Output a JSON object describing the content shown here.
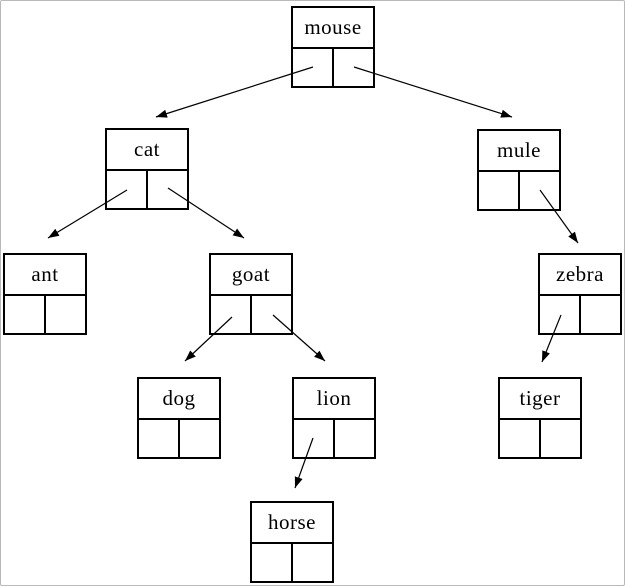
{
  "diagram": {
    "kind": "binary-tree-of-linked-nodes",
    "colors": {
      "line": "#000000",
      "background": "#ffffff",
      "page_border": "#b9b9b9"
    },
    "nodes": [
      {
        "label": "mouse",
        "left_child": "cat",
        "right_child": "mule"
      },
      {
        "label": "cat",
        "left_child": "ant",
        "right_child": "goat"
      },
      {
        "label": "mule",
        "left_child": null,
        "right_child": "zebra"
      },
      {
        "label": "ant",
        "left_child": null,
        "right_child": null
      },
      {
        "label": "goat",
        "left_child": "dog",
        "right_child": "lion"
      },
      {
        "label": "zebra",
        "left_child": "tiger",
        "right_child": null
      },
      {
        "label": "dog",
        "left_child": null,
        "right_child": null
      },
      {
        "label": "lion",
        "left_child": "horse",
        "right_child": null
      },
      {
        "label": "tiger",
        "left_child": null,
        "right_child": null
      },
      {
        "label": "horse",
        "left_child": null,
        "right_child": null
      }
    ],
    "edges": [
      {
        "from": "mouse",
        "pointer": "left",
        "to": "cat"
      },
      {
        "from": "mouse",
        "pointer": "right",
        "to": "mule"
      },
      {
        "from": "cat",
        "pointer": "left",
        "to": "ant"
      },
      {
        "from": "cat",
        "pointer": "right",
        "to": "goat"
      },
      {
        "from": "mule",
        "pointer": "right",
        "to": "zebra"
      },
      {
        "from": "goat",
        "pointer": "left",
        "to": "dog"
      },
      {
        "from": "goat",
        "pointer": "right",
        "to": "lion"
      },
      {
        "from": "zebra",
        "pointer": "left",
        "to": "tiger"
      },
      {
        "from": "lion",
        "pointer": "left",
        "to": "horse"
      }
    ]
  }
}
